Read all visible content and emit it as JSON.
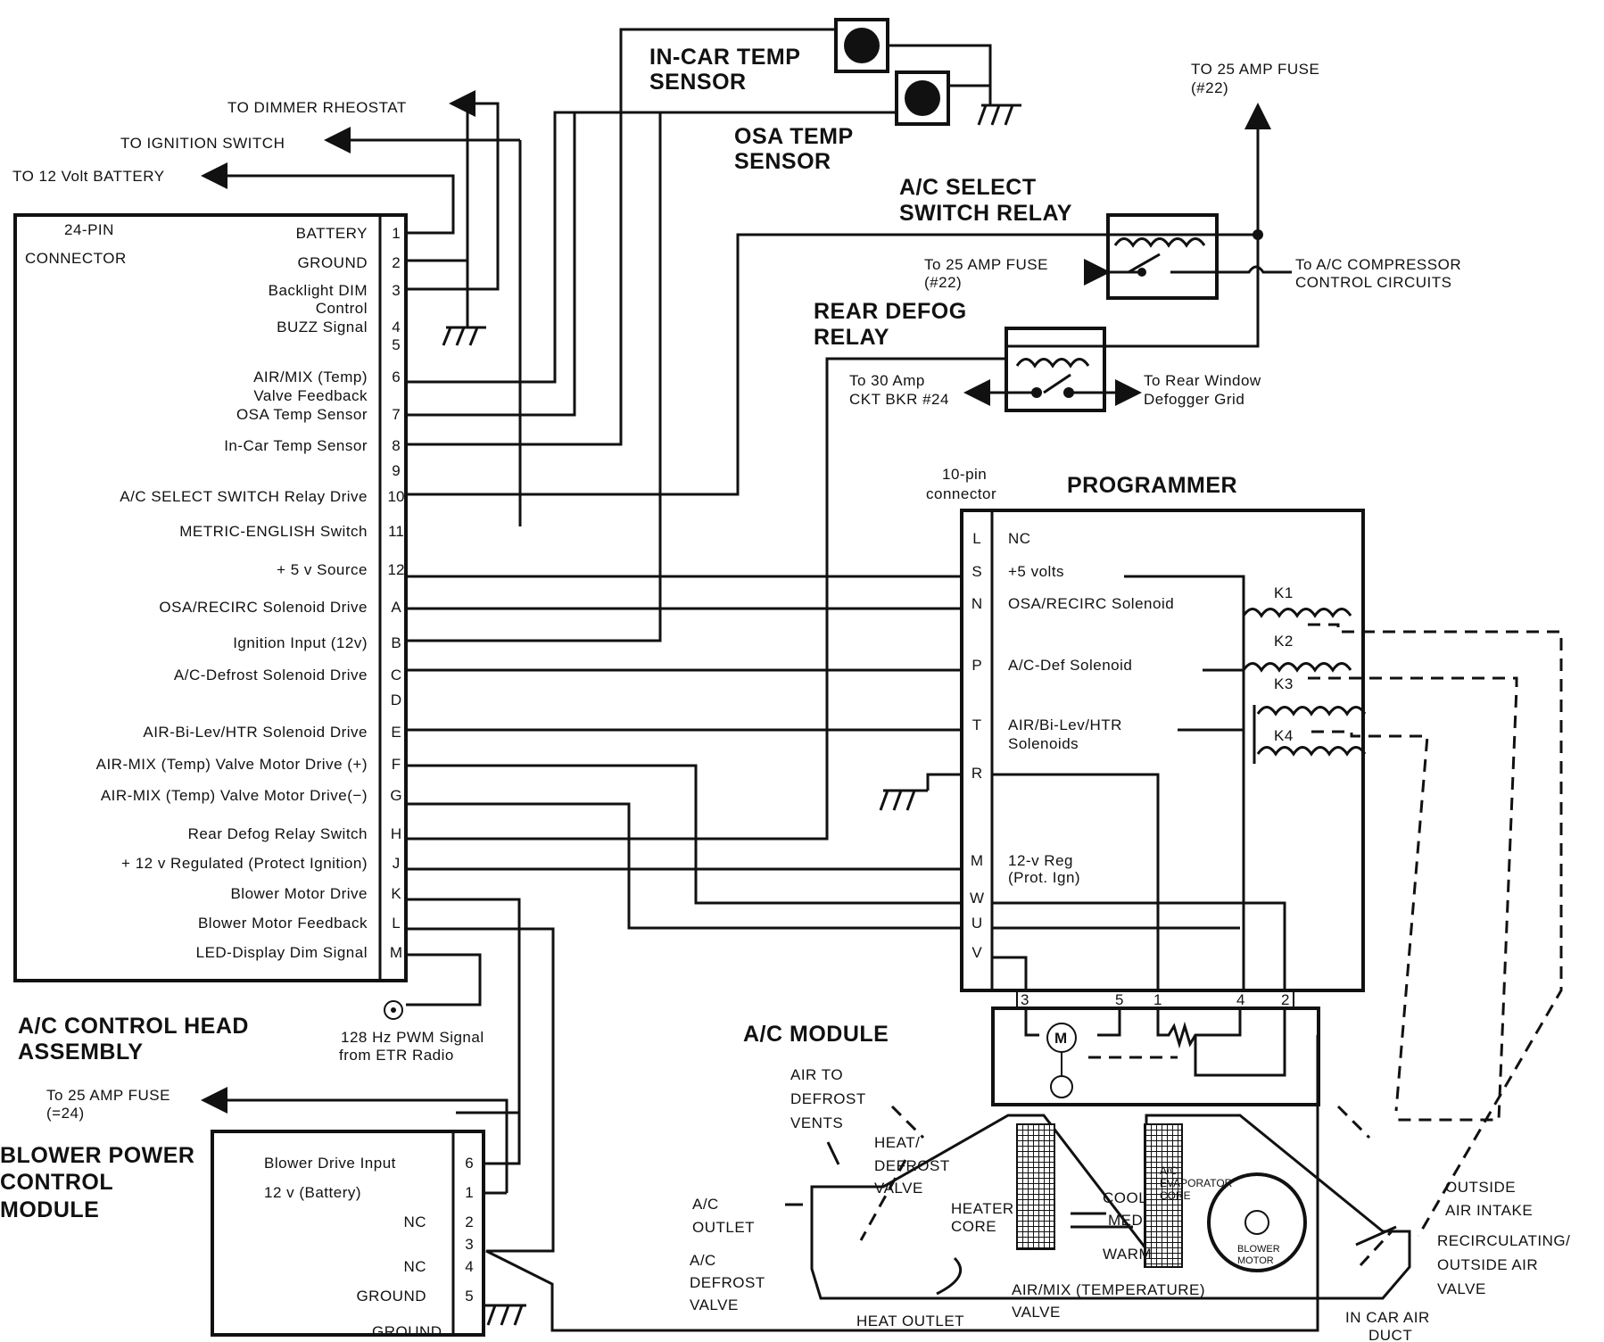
{
  "connector_title": [
    "24-PIN",
    "CONNECTOR"
  ],
  "pins": [
    {
      "num": "1",
      "label": "BATTERY"
    },
    {
      "num": "2",
      "label": "GROUND"
    },
    {
      "num": "3",
      "label": "Backlight DIM"
    },
    {
      "num": "",
      "label": "Control"
    },
    {
      "num": "4",
      "label": "BUZZ Signal"
    },
    {
      "num": "5",
      "label": ""
    },
    {
      "num": "6",
      "label": "AIR/MIX (Temp)"
    },
    {
      "num": "",
      "label": "Valve Feedback"
    },
    {
      "num": "7",
      "label": "OSA Temp Sensor"
    },
    {
      "num": "8",
      "label": "In-Car Temp Sensor"
    },
    {
      "num": "9",
      "label": ""
    },
    {
      "num": "10",
      "label": "A/C SELECT SWITCH  Relay Drive"
    },
    {
      "num": "11",
      "label": "METRIC-ENGLISH Switch"
    },
    {
      "num": "12",
      "label": "+ 5 v Source"
    },
    {
      "num": "A",
      "label": "OSA/RECIRC Solenoid Drive"
    },
    {
      "num": "B",
      "label": "Ignition Input (12v)"
    },
    {
      "num": "C",
      "label": "A/C-Defrost Solenoid  Drive"
    },
    {
      "num": "D",
      "label": ""
    },
    {
      "num": "E",
      "label": "AIR-Bi-Lev/HTR Solenoid  Drive"
    },
    {
      "num": "F",
      "label": "AIR-MIX (Temp) Valve  Motor Drive (+)"
    },
    {
      "num": "G",
      "label": "AIR-MIX (Temp) Valve  Motor Drive(−)"
    },
    {
      "num": "H",
      "label": "Rear Defog Relay Switch"
    },
    {
      "num": "J",
      "label": "+ 12 v Regulated (Protect  Ignition)"
    },
    {
      "num": "K",
      "label": "Blower Motor Drive"
    },
    {
      "num": "L",
      "label": "Blower Motor Feedback"
    },
    {
      "num": "M",
      "label": "LED-Display Dim Signal"
    }
  ],
  "top_labels": {
    "dimmer": "TO DIMMER RHEOSTAT",
    "ignition": "TO IGNITION SWITCH",
    "battery": "TO 12 Volt BATTERY"
  },
  "sensors": {
    "incar": [
      "IN-CAR TEMP",
      "SENSOR"
    ],
    "osa": [
      "OSA TEMP",
      "SENSOR"
    ]
  },
  "fuse_top": [
    "TO 25 AMP FUSE",
    "(#22)"
  ],
  "ac_relay": {
    "title": [
      "A/C SELECT",
      "SWITCH RELAY"
    ],
    "fuse": [
      "To 25 AMP FUSE",
      "(#22)"
    ],
    "compressor": [
      "To A/C COMPRESSOR",
      "CONTROL CIRCUITS"
    ]
  },
  "defog_relay": {
    "title": [
      "REAR DEFOG",
      "RELAY"
    ],
    "breaker": [
      "To 30 Amp",
      "CKT BKR #24"
    ],
    "grid": [
      "To Rear Window",
      "Defogger Grid"
    ]
  },
  "programmer": {
    "title": "PROGRAMMER",
    "connector": [
      "10-pin",
      "connector"
    ],
    "pins": [
      {
        "num": "L",
        "label": "NC"
      },
      {
        "num": "S",
        "label": "+5 volts"
      },
      {
        "num": "N",
        "label": "OSA/RECIRC Solenoid"
      },
      {
        "num": "P",
        "label": "A/C-Def Solenoid"
      },
      {
        "num": "T",
        "label": "AIR/Bi-Lev/HTR"
      },
      {
        "num": "",
        "label": "Solenoids"
      },
      {
        "num": "R",
        "label": ""
      },
      {
        "num": "M",
        "label": "12-v Reg"
      },
      {
        "num": "",
        "label": "(Prot. Ign)"
      },
      {
        "num": "W",
        "label": ""
      },
      {
        "num": "U",
        "label": ""
      },
      {
        "num": "V",
        "label": ""
      }
    ],
    "relays": [
      "K1",
      "K2",
      "K3",
      "K4"
    ],
    "bottom_pins": [
      "3",
      "5",
      "1",
      "4",
      "2"
    ]
  },
  "control_head": [
    "A/C CONTROL HEAD",
    "ASSEMBLY"
  ],
  "pwm": [
    "128 Hz PWM Signal",
    "from ETR Radio"
  ],
  "fuse_24": [
    "To 25 AMP FUSE",
    "(=24)"
  ],
  "blower_module": {
    "title": [
      "BLOWER POWER",
      "CONTROL",
      "MODULE"
    ],
    "pins": [
      {
        "num": "6",
        "label": "Blower Drive Input"
      },
      {
        "num": "1",
        "label": "12 v (Battery)"
      },
      {
        "num": "2",
        "label": "NC"
      },
      {
        "num": "3",
        "label": ""
      },
      {
        "num": "4",
        "label": "NC"
      },
      {
        "num": "5",
        "label": "GROUND"
      }
    ],
    "ground": "GROUND"
  },
  "ac_module": "A/C MODULE",
  "hvac": {
    "air_defrost": [
      "AIR TO",
      "DEFROST",
      "VENTS"
    ],
    "heat_defrost": [
      "HEAT/",
      "DEFROST",
      "VALVE"
    ],
    "ac_outlet": [
      "A/C",
      "OUTLET"
    ],
    "ac_defrost": [
      "A/C",
      "DEFROST",
      "VALVE"
    ],
    "heater_core": [
      "HEATER",
      "CORE"
    ],
    "evap_core": [
      "A/C",
      "EVAPORATOR",
      "CORE"
    ],
    "cool": "COOL",
    "med": "MED",
    "warm": "WARM",
    "blower_motor": [
      "BLOWER",
      "MOTOR"
    ],
    "outside_air": [
      "OUTSIDE",
      "AIR INTAKE"
    ],
    "recirc": [
      "RECIRCULATING/",
      "OUTSIDE AIR",
      "VALVE"
    ],
    "air_mix": [
      "AIR/MIX (TEMPERATURE)",
      "VALVE"
    ],
    "heat_outlet": "HEAT OUTLET",
    "incar_duct": [
      "IN CAR AIR",
      "DUCT"
    ]
  }
}
